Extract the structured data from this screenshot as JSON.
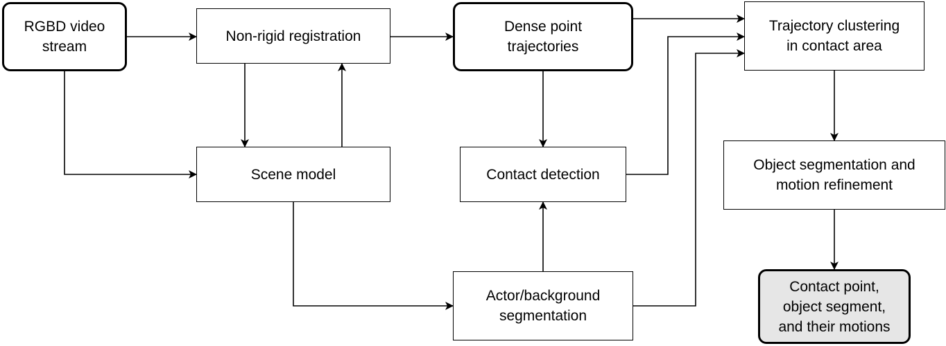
{
  "diagram": {
    "nodes": {
      "rgbd_video_stream": {
        "lines": [
          "RGBD video",
          "stream"
        ]
      },
      "non_rigid_registration": {
        "lines": [
          "Non-rigid registration"
        ]
      },
      "dense_point_trajectories": {
        "lines": [
          "Dense point",
          "trajectories"
        ]
      },
      "trajectory_clustering": {
        "lines": [
          "Trajectory clustering",
          "in contact area"
        ]
      },
      "scene_model": {
        "lines": [
          "Scene model"
        ]
      },
      "contact_detection": {
        "lines": [
          "Contact detection"
        ]
      },
      "object_segmentation": {
        "lines": [
          "Object segmentation and",
          "motion refinement"
        ]
      },
      "actor_background_segmentation": {
        "lines": [
          "Actor/background",
          "segmentation"
        ]
      },
      "result": {
        "lines": [
          "Contact point,",
          "object segment,",
          "and their motions"
        ]
      }
    },
    "edges": [
      {
        "from": "rgbd_video_stream",
        "to": "non_rigid_registration"
      },
      {
        "from": "rgbd_video_stream",
        "to": "scene_model"
      },
      {
        "from": "non_rigid_registration",
        "to": "dense_point_trajectories"
      },
      {
        "from": "non_rigid_registration",
        "to": "scene_model"
      },
      {
        "from": "scene_model",
        "to": "non_rigid_registration"
      },
      {
        "from": "scene_model",
        "to": "actor_background_segmentation"
      },
      {
        "from": "dense_point_trajectories",
        "to": "trajectory_clustering"
      },
      {
        "from": "dense_point_trajectories",
        "to": "contact_detection"
      },
      {
        "from": "actor_background_segmentation",
        "to": "contact_detection"
      },
      {
        "from": "contact_detection",
        "to": "trajectory_clustering"
      },
      {
        "from": "actor_background_segmentation",
        "to": "trajectory_clustering"
      },
      {
        "from": "trajectory_clustering",
        "to": "object_segmentation"
      },
      {
        "from": "object_segmentation",
        "to": "result"
      }
    ],
    "colors": {
      "stroke": "#000000",
      "result_fill": "#e6e6e6",
      "background": "#ffffff"
    }
  }
}
